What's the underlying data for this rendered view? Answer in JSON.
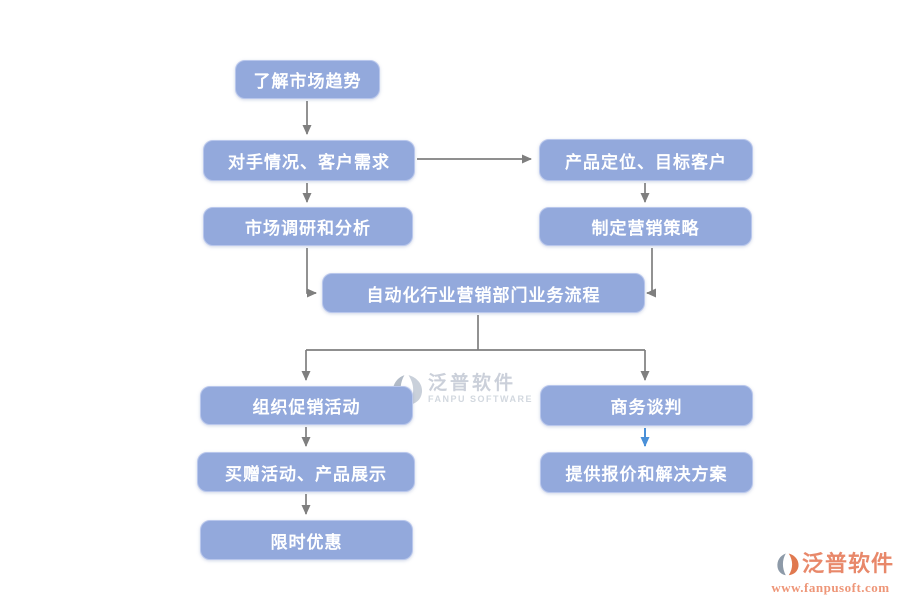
{
  "diagram": {
    "type": "flowchart",
    "nodes": [
      {
        "label": "了解市场趋势"
      },
      {
        "label": "对手情况、客户需求"
      },
      {
        "label": "产品定位、目标客户"
      },
      {
        "label": "市场调研和分析"
      },
      {
        "label": "制定营销策略"
      },
      {
        "label": "自动化行业营销部门业务流程"
      },
      {
        "label": "组织促销活动"
      },
      {
        "label": "商务谈判"
      },
      {
        "label": "买赠活动、产品展示"
      },
      {
        "label": "限时优惠"
      },
      {
        "label": "提供报价和解决方案"
      }
    ],
    "edges": [
      "了解市场趋势 → 对手情况、客户需求",
      "对手情况、客户需求 → 产品定位、目标客户",
      "对手情况、客户需求 → 市场调研和分析",
      "产品定位、目标客户 → 制定营销策略",
      "市场调研和分析 → 自动化行业营销部门业务流程",
      "制定营销策略 → 自动化行业营销部门业务流程",
      "自动化行业营销部门业务流程 → 组织促销活动",
      "自动化行业营销部门业务流程 → 商务谈判",
      "组织促销活动 → 买赠活动、产品展示",
      "买赠活动、产品展示 → 限时优惠",
      "商务谈判 → 提供报价和解决方案"
    ],
    "colors": {
      "node_fill": "#93a9dc",
      "node_text": "#ffffff",
      "connector_gray": "#7f7f7f",
      "connector_blue": "#4a90d8"
    }
  },
  "watermark": {
    "brand": "泛普软件",
    "brand_en": "FANPU SOFTWARE"
  },
  "footer_logo": {
    "brand": "泛普软件",
    "url": "www.fanpusoft.com"
  }
}
